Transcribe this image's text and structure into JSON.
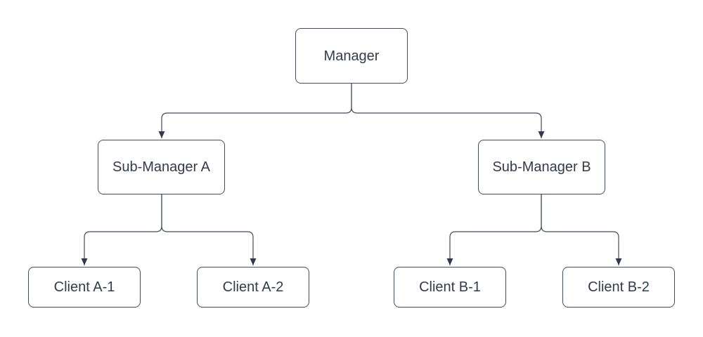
{
  "diagram": {
    "type": "org-chart",
    "nodes": [
      {
        "id": "manager",
        "label": "Manager",
        "level": 1
      },
      {
        "id": "sub-manager-a",
        "label": "Sub-Manager A",
        "level": 2
      },
      {
        "id": "sub-manager-b",
        "label": "Sub-Manager B",
        "level": 2
      },
      {
        "id": "client-a-1",
        "label": "Client A-1",
        "level": 3
      },
      {
        "id": "client-a-2",
        "label": "Client A-2",
        "level": 3
      },
      {
        "id": "client-b-1",
        "label": "Client B-1",
        "level": 3
      },
      {
        "id": "client-b-2",
        "label": "Client B-2",
        "level": 3
      }
    ],
    "edges": [
      {
        "from": "Manager",
        "to": "Sub-Manager A"
      },
      {
        "from": "Manager",
        "to": "Sub-Manager B"
      },
      {
        "from": "Sub-Manager A",
        "to": "Client A-1"
      },
      {
        "from": "Sub-Manager A",
        "to": "Client A-2"
      },
      {
        "from": "Sub-Manager B",
        "to": "Client B-1"
      },
      {
        "from": "Sub-Manager B",
        "to": "Client B-2"
      }
    ],
    "colors": {
      "background": "#ffffff",
      "node_fill": "#ffffff",
      "node_border": "#434b5c",
      "text": "#333b4a",
      "connector": "#434b5c",
      "arrowhead": "#333b4a"
    }
  }
}
